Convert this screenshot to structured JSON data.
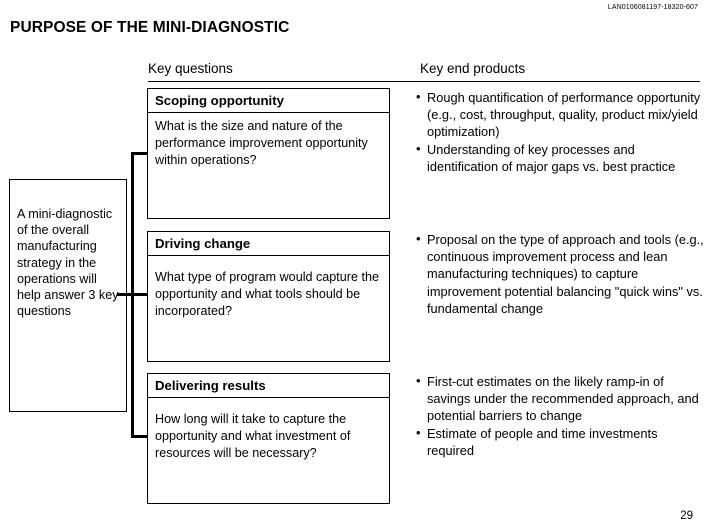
{
  "header": {
    "doc_code": "LAN0106081197-18320-607",
    "title": "PURPOSE OF THE MINI-DIAGNOSTIC"
  },
  "columns": {
    "key_questions": "Key questions",
    "key_end_products": "Key end products"
  },
  "left_box": {
    "text": "A mini-diagnostic of the overall manufacturing strategy in the operations will help answer 3 key questions"
  },
  "rows": [
    {
      "title": "Scoping opportunity",
      "question": "What is the size and nature of the performance improvement opportunity within operations?",
      "products": [
        "Rough quantification of performance opportunity (e.g., cost, throughput, quality, product mix/yield optimization)",
        "Understanding of key processes and identification of major gaps vs. best practice"
      ]
    },
    {
      "title": "Driving change",
      "question": "What type of program would capture the opportunity and what tools should be incorporated?",
      "products": [
        "Proposal on the type of approach and tools (e.g., continuous improvement process and lean manufacturing techniques) to capture improvement potential balancing \"quick wins\" vs. fundamental change"
      ]
    },
    {
      "title": "Delivering results",
      "question": "How long will it take to capture the opportunity and what investment of resources will be necessary?",
      "products": [
        "First-cut estimates on the likely ramp-in of savings under the recommended approach, and potential barriers to change",
        "Estimate of people and time investments required"
      ]
    }
  ],
  "footer": {
    "page_number": "29"
  },
  "icons": {
    "bullet": "•"
  },
  "colors": {
    "background": "#ffffff",
    "foreground": "#000000"
  }
}
